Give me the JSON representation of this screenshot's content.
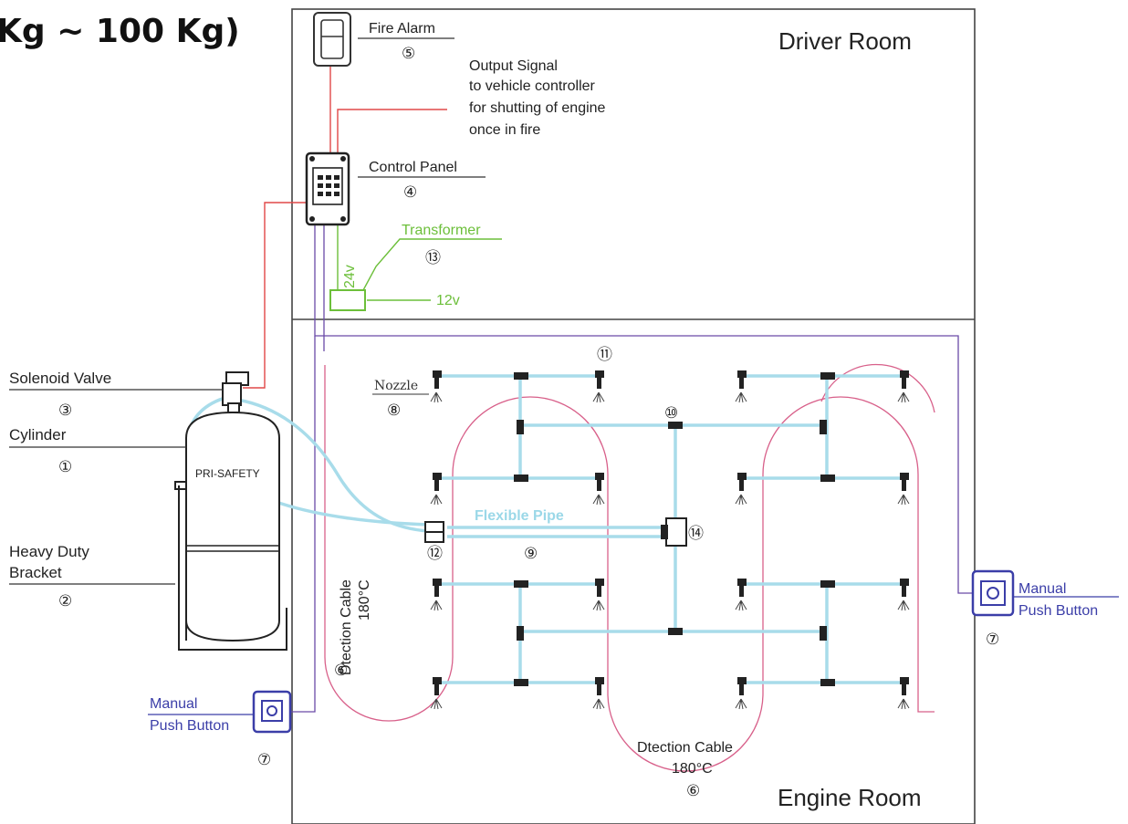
{
  "title": "Kg ~ 100 Kg)",
  "rooms": {
    "driver": "Driver Room",
    "engine": "Engine Room"
  },
  "fire_alarm": {
    "label": "Fire Alarm",
    "num": "⑤"
  },
  "output_signal": [
    "Output Signal",
    "to vehicle controller",
    "for shutting of engine",
    "once in fire"
  ],
  "control_panel": {
    "label": "Control Panel",
    "num": "④"
  },
  "transformer": {
    "label": "Transformer",
    "num": "⑬",
    "v_in": "24v",
    "v_out": "12v"
  },
  "solenoid": {
    "label": "Solenoid Valve",
    "num": "③"
  },
  "cylinder": {
    "label": "Cylinder",
    "num": "①",
    "brand": "PRI-SAFETY"
  },
  "bracket": {
    "label1": "Heavy Duty",
    "label2": "Bracket",
    "num": "②"
  },
  "nozzle": {
    "label": "Nozzle",
    "num": "⑧"
  },
  "pipe_tee_num": "⑪",
  "cross_num": "⑩",
  "junction_num": "⑭",
  "connector_num": "⑫",
  "flexible_pipe": {
    "label": "Flexible Pipe",
    "num": "⑨"
  },
  "detection_left": {
    "line1": "Dtection Cable",
    "line2": "180°C",
    "num": "⑥"
  },
  "detection_bottom": {
    "line1": "Dtection Cable",
    "line2": "180°C",
    "num": "⑥"
  },
  "push_left": {
    "line1": "Manual",
    "line2": "Push Button",
    "num": "⑦"
  },
  "push_right": {
    "line1": "Manual",
    "line2": "Push Button",
    "num": "⑦"
  },
  "colors": {
    "signal_red": "#e04848",
    "pipe_cyan": "#a8dcea",
    "transformer_green": "#6cbf3a",
    "push_blue": "#3b3ea8",
    "detection_pink": "#d8608a"
  }
}
